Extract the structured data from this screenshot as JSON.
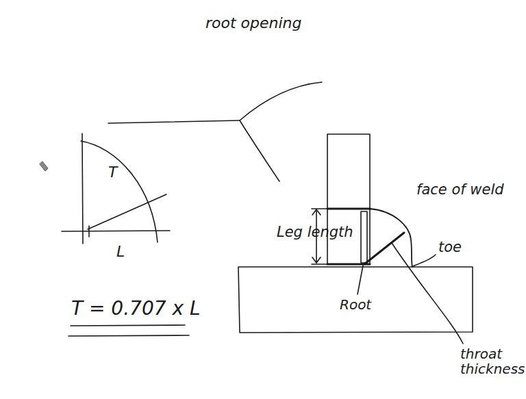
{
  "diagram": {
    "labels": [
      "root opening",
      "T",
      "L",
      "T = 0.707 x L",
      "Leg length",
      "face of weld",
      "toe",
      "Root",
      "throat thickness"
    ]
  }
}
